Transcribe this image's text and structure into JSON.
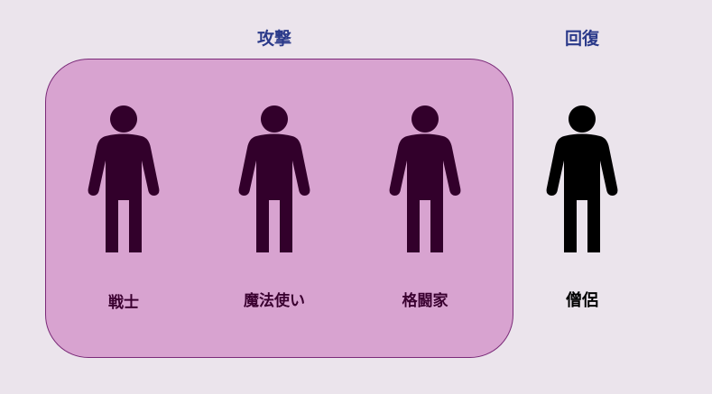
{
  "groups": {
    "attack": {
      "title": "攻撃",
      "figure_color": "#32002b"
    },
    "heal": {
      "title": "回復",
      "figure_color": "#000000"
    }
  },
  "characters": [
    {
      "label": "戦士",
      "group": "attack",
      "icon": "person-icon"
    },
    {
      "label": "魔法使い",
      "group": "attack",
      "icon": "person-icon"
    },
    {
      "label": "格闘家",
      "group": "attack",
      "icon": "person-icon"
    },
    {
      "label": "僧侶",
      "group": "heal",
      "icon": "person-icon"
    }
  ],
  "colors": {
    "background": "#ebe4ec",
    "group_fill": "#d8a3d0",
    "group_border": "#7a2a78",
    "heading": "#2b3a8a"
  }
}
